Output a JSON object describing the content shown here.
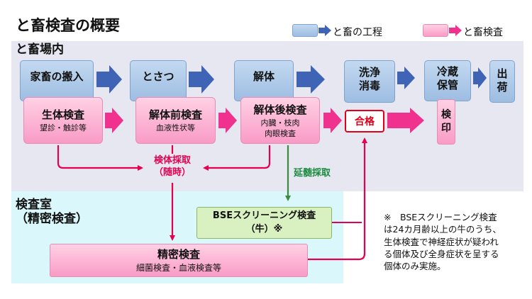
{
  "title": "と畜検査の概要",
  "legend": {
    "process": "と畜の工程",
    "inspection": "と畜検査"
  },
  "zones": {
    "slaughterhouse": "と畜場内",
    "lab_line1": "検査室",
    "lab_line2": "（精密検査）"
  },
  "process_steps": [
    "家畜の搬入",
    "とさつ",
    "解体",
    "洗浄\n消毒",
    "冷蔵\n保管",
    "出\n荷"
  ],
  "inspections": {
    "live": {
      "title": "生体検査",
      "sub": "望診・触診等"
    },
    "pre": {
      "title": "解体前検査",
      "sub": "血液性状等"
    },
    "post": {
      "title": "解体後検査",
      "sub": "内臓・枝肉\n肉眼検査"
    }
  },
  "pass_label": "合格",
  "stamp_label": "検\n印",
  "sampling_label": "検体採取\n（随時）",
  "spinal_label": "延髄採取",
  "bse_box": {
    "line1": "BSEスクリーニング検査",
    "line2": "（牛）※"
  },
  "precision_box": {
    "title": "精密検査",
    "sub": "細菌検査・血液検査等"
  },
  "note": [
    "※　BSEスクリーニング検査",
    "は24カ月齢以上の牛のうち、",
    "生体検査で神経症状が疑われ",
    "る個体及び全身症状を呈する",
    "個体のみ実施。"
  ],
  "colors": {
    "process_fill": "#9dbde2",
    "process_arrow": "#3f63b5",
    "inspection_fill": "#f99bc6",
    "inspection_arrow": "#f0328e",
    "sampling_line": "#e5004f",
    "spinal_line": "#3d8b3d",
    "main_zone": "#e6e7f1",
    "lab_zone": "#daf7fb"
  }
}
